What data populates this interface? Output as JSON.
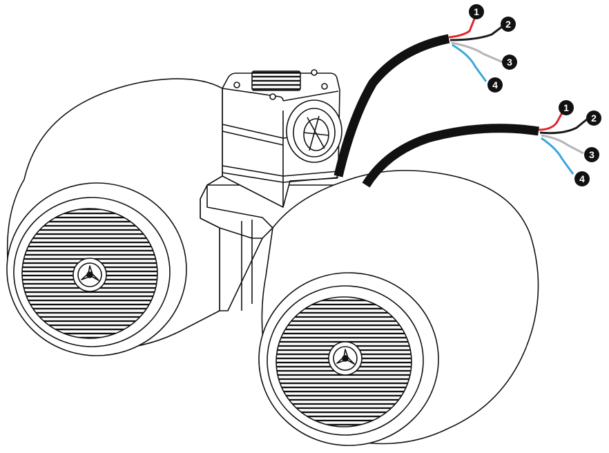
{
  "callouts": {
    "upper": [
      "1",
      "2",
      "3",
      "4"
    ],
    "lower": [
      "1",
      "2",
      "3",
      "4"
    ]
  },
  "wire_colors": {
    "red": "#e0242a",
    "black": "#1a1a1a",
    "gray": "#b5b5b5",
    "blue": "#3aa6dc"
  },
  "line_color": "#111111"
}
